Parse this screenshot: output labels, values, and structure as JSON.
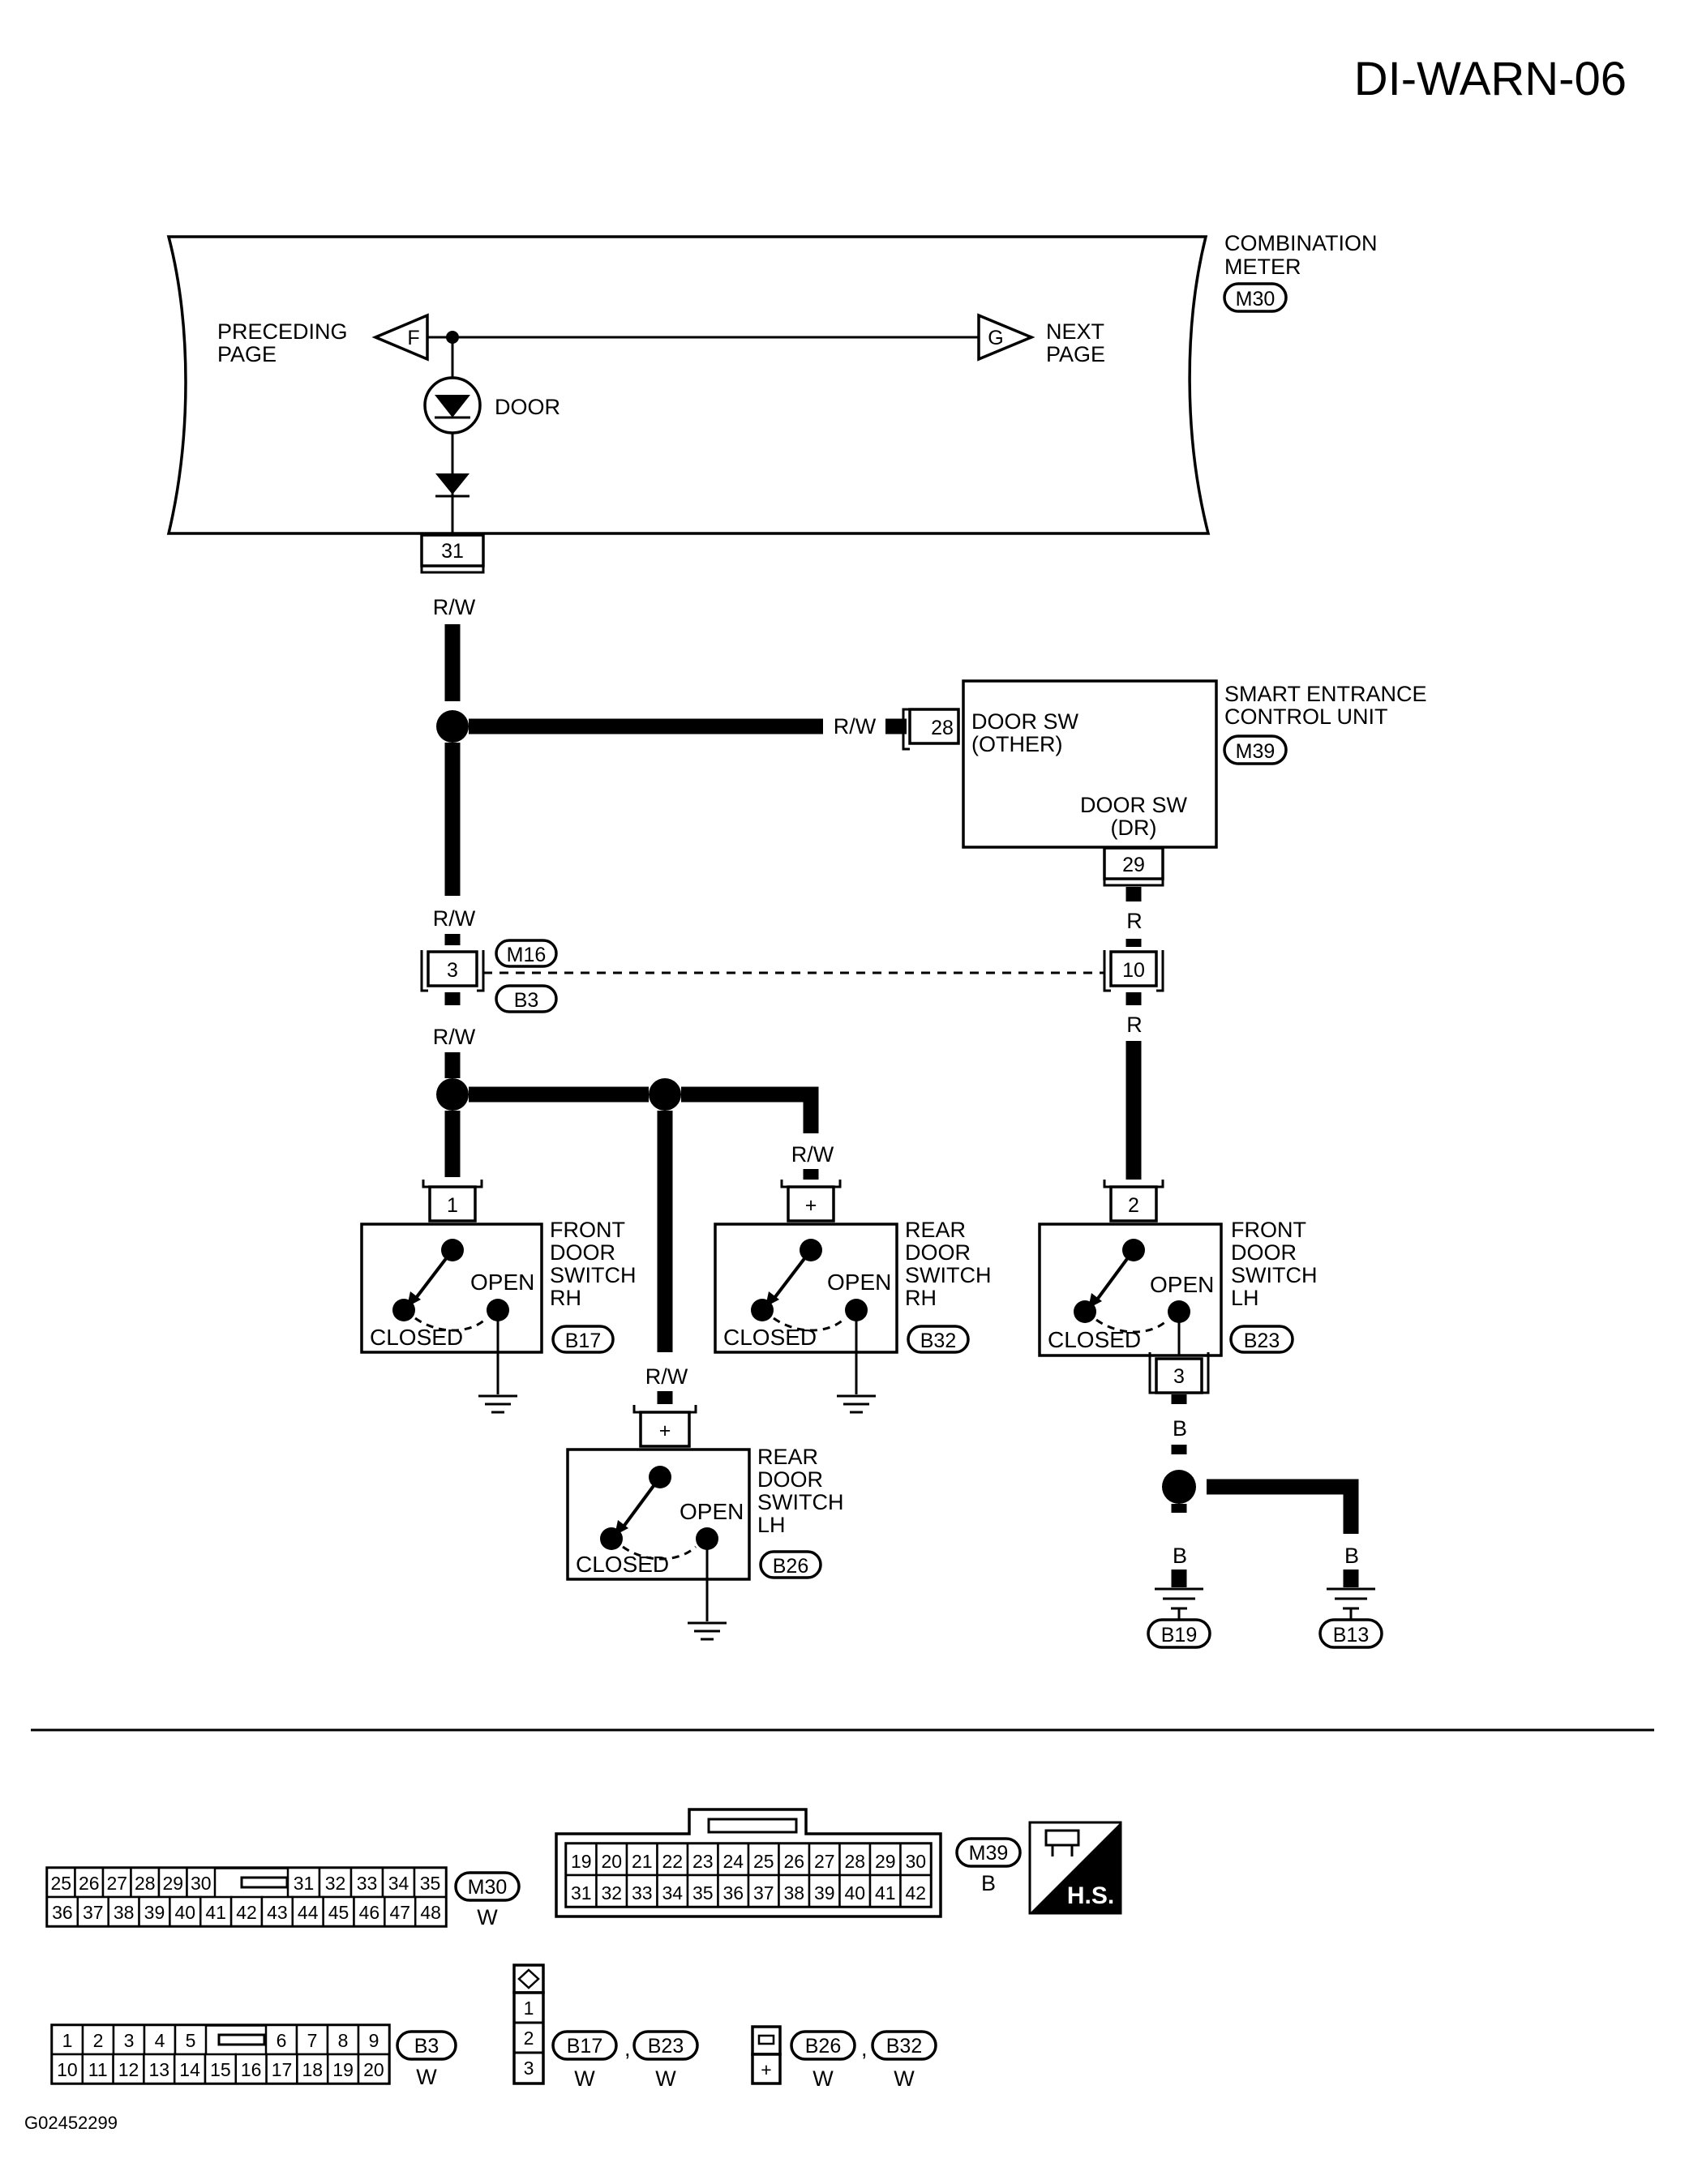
{
  "page_id": "DI-WARN-06",
  "figure_code": "G02452299",
  "combination_meter": {
    "label_lines": [
      "COMBINATION",
      "METER"
    ],
    "connector": "M30",
    "preceding": {
      "lines": [
        "PRECEDING",
        "PAGE"
      ],
      "marker": "F"
    },
    "next": {
      "lines": [
        "NEXT",
        "PAGE"
      ],
      "marker": "G"
    },
    "lamp": "DOOR",
    "terminal": "31"
  },
  "smart_entrance": {
    "label_lines": [
      "SMART ENTRANCE",
      "CONTROL UNIT"
    ],
    "connector": "M39",
    "pin_other": {
      "terminal": "28",
      "lines": [
        "DOOR SW",
        "(OTHER)"
      ]
    },
    "pin_dr": {
      "terminal": "29",
      "lines": [
        "DOOR SW",
        "(DR)"
      ]
    }
  },
  "joint": {
    "upper": "M16",
    "lower": "B3",
    "left_terminal": "3",
    "right_terminal": "10"
  },
  "wires": {
    "rw": "R/W",
    "r": "R",
    "b": "B"
  },
  "switches": {
    "front_rh": {
      "terminal": "1",
      "lines": [
        "FRONT",
        "DOOR",
        "SWITCH",
        "RH"
      ],
      "connector": "B17"
    },
    "rear_rh": {
      "terminal": "+",
      "lines": [
        "REAR",
        "DOOR",
        "SWITCH",
        "RH"
      ],
      "connector": "B32"
    },
    "front_lh": {
      "terminal": "2",
      "ground_terminal": "3",
      "lines": [
        "FRONT",
        "DOOR",
        "SWITCH",
        "LH"
      ],
      "connector": "B23"
    },
    "rear_lh": {
      "terminal": "+",
      "lines": [
        "REAR",
        "DOOR",
        "SWITCH",
        "LH"
      ],
      "connector": "B26"
    },
    "open_label": "OPEN",
    "closed_label": "CLOSED"
  },
  "grounds": {
    "g1": "B19",
    "g2": "B13"
  },
  "connector_views": {
    "m30": {
      "id": "M30",
      "color": "W",
      "top_left": [
        "25",
        "26",
        "27",
        "28",
        "29",
        "30"
      ],
      "top_right": [
        "31",
        "32",
        "33",
        "34",
        "35"
      ],
      "bottom": [
        "36",
        "37",
        "38",
        "39",
        "40",
        "41",
        "42",
        "43",
        "44",
        "45",
        "46",
        "47",
        "48"
      ]
    },
    "m39": {
      "id": "M39",
      "color": "B",
      "top": [
        "19",
        "20",
        "21",
        "22",
        "23",
        "24",
        "25",
        "26",
        "27",
        "28",
        "29",
        "30"
      ],
      "bottom": [
        "31",
        "32",
        "33",
        "34",
        "35",
        "36",
        "37",
        "38",
        "39",
        "40",
        "41",
        "42"
      ]
    },
    "hs": "H.S.",
    "b3": {
      "id": "B3",
      "color": "W",
      "top_left": [
        "1",
        "2",
        "3",
        "4",
        "5"
      ],
      "top_right": [
        "6",
        "7",
        "8",
        "9"
      ],
      "bottom": [
        "10",
        "11",
        "12",
        "13",
        "14",
        "15",
        "16",
        "17",
        "18",
        "19",
        "20"
      ]
    },
    "b17_b23": {
      "ids": [
        "B17",
        "B23"
      ],
      "colors": [
        "W",
        "W"
      ],
      "pins": [
        "1",
        "2",
        "3"
      ]
    },
    "b26_b32": {
      "ids": [
        "B26",
        "B32"
      ],
      "colors": [
        "W",
        "W"
      ],
      "pins": [
        "+"
      ]
    }
  }
}
